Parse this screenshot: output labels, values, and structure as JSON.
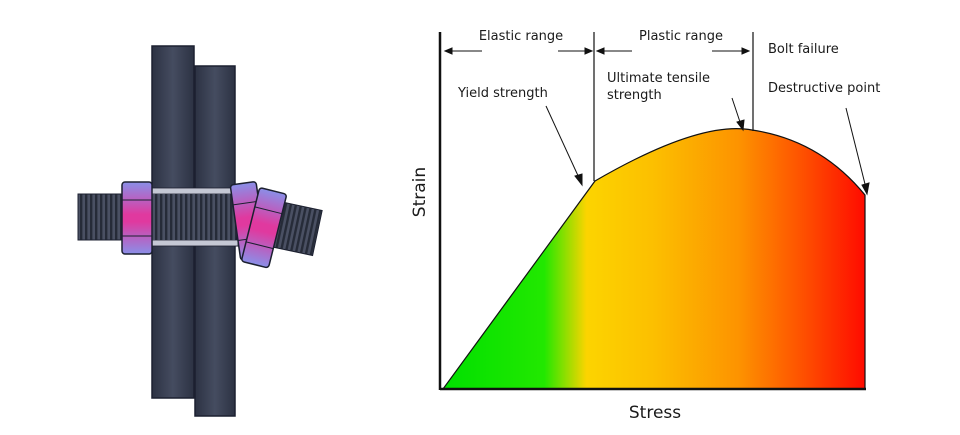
{
  "chart_data": {
    "type": "area",
    "title": "",
    "xlabel": "Stress",
    "ylabel": "Strain",
    "regions": [
      {
        "name": "Elastic range"
      },
      {
        "name": "Plastic range"
      }
    ],
    "annotations": {
      "yield_strength": "Yield strength",
      "ultimate_line1": "Ultimate tensile",
      "ultimate_line2": "strength",
      "bolt_failure": "Bolt failure",
      "destructive_point": "Destructive point"
    },
    "gradient_colors": [
      "#00e000",
      "#22e800",
      "#fcd400",
      "#fcbf00",
      "#fd9300",
      "#fe4d00",
      "#ff0b00"
    ]
  },
  "bolt": {
    "plate_color": "#3b4253",
    "thread_color": "#2f3545",
    "nut_colors": [
      "#8c90e6",
      "#e23ca3"
    ],
    "sleeve_color": "#b4b8c8"
  }
}
